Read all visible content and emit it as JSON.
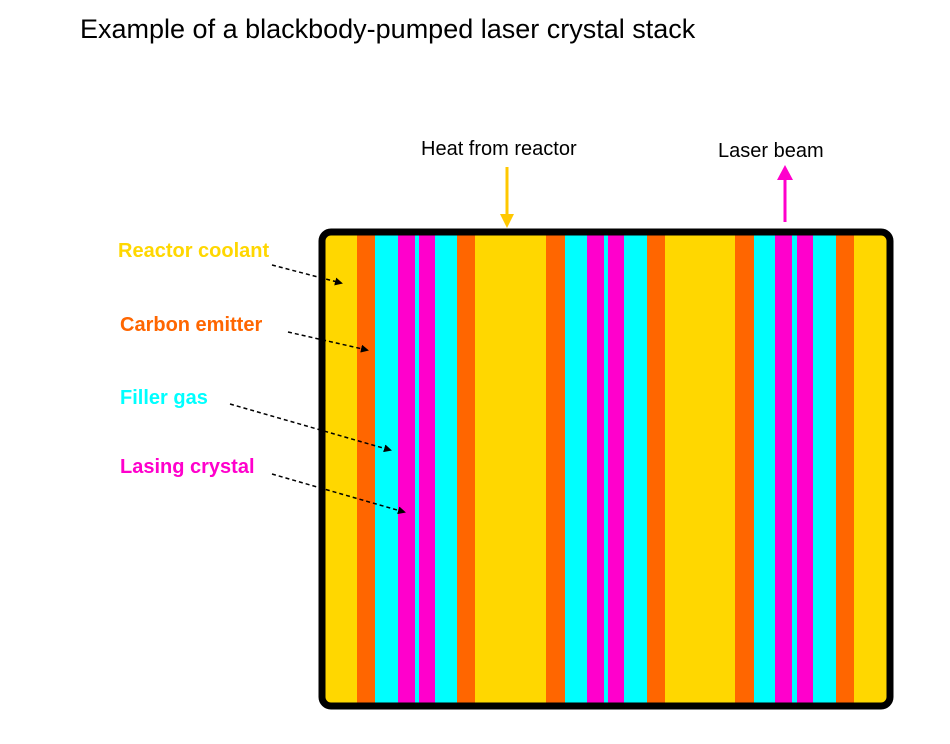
{
  "title": "Example of a blackbody-pumped laser crystal stack",
  "annotations": {
    "heat": "Heat from reactor",
    "laser": "Laser beam"
  },
  "legend": [
    {
      "key": "coolant",
      "label": "Reactor coolant",
      "color": "#FFD700"
    },
    {
      "key": "emitter",
      "label": "Carbon emitter",
      "color": "#FF6600"
    },
    {
      "key": "filler",
      "label": "Filler gas",
      "color": "#00FFFF"
    },
    {
      "key": "crystal",
      "label": "Lasing crystal",
      "color": "#FF00CC"
    }
  ],
  "colors": {
    "heat_arrow": "#FFC800",
    "laser_arrow": "#FF00CC",
    "frame": "#000000"
  }
}
